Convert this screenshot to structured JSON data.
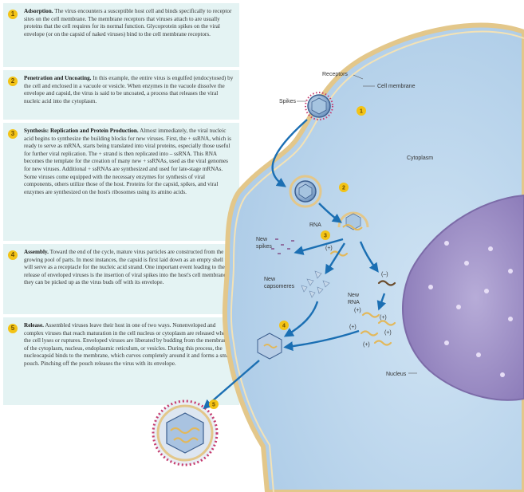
{
  "steps": [
    {
      "number": "1",
      "title": "Adsorption.",
      "body": "The virus encounters a susceptible host cell and binds specifically to receptor sites on the cell membrane. The membrane receptors that viruses attach to are usually proteins that the cell requires for its normal function. Glycoprotein spikes on the viral envelope (or on the capsid of naked viruses) bind to the cell membrane receptors."
    },
    {
      "number": "2",
      "title": "Penetration and Uncoating.",
      "body": "In this example, the entire virus is engulfed (endocytosed) by the cell and enclosed in a vacuole or vesicle. When enzymes in the vacuole dissolve the envelope and capsid, the virus is said to be uncoated, a process that releases the viral nucleic acid into the cytoplasm."
    },
    {
      "number": "3",
      "title": "Synthesis: Replication and Protein Production.",
      "body": "Almost immediately, the viral nucleic acid begins to synthesize the building blocks for new viruses. First, the + ssRNA, which is ready to serve as mRNA, starts being translated into viral proteins, especially those useful for further viral replication. The + strand is then replicated into – ssRNA. This RNA becomes the template for the creation of many new + ssRNAs, used as the viral genomes for new viruses. Additional + ssRNAs are synthesized and used for late-stage mRNAs. Some viruses come equipped with the necessary enzymes for synthesis of viral components, others utilize those of the host. Proteins for the capsid, spikes, and viral enzymes are synthesized on the host's ribosomes using its amino acids."
    },
    {
      "number": "4",
      "title": "Assembly.",
      "body": "Toward the end of the cycle, mature virus particles are constructed from the growing pool of parts. In most instances, the capsid is first laid down as an empty shell that will serve as a receptacle for the nucleic acid strand. One important event leading to the release of enveloped viruses is the insertion of viral spikes into the host's cell membrane so they can be picked up as the virus buds off with its envelope."
    },
    {
      "number": "5",
      "title": "Release.",
      "body": "Assembled viruses leave their host in one of two ways. Nonenveloped and complex viruses that reach maturation in the cell nucleus or cytoplasm are released when the cell lyses or ruptures. Enveloped viruses are liberated by budding from the membranes of the cytoplasm, nucleus, endoplasmic reticulum, or vesicles. During this process, the nucleocapsid binds to the membrane, which curves completely around it and forms a small pouch. Pinching off the pouch releases the virus with its envelope."
    }
  ],
  "diagram": {
    "labels": {
      "receptors": "Receptors",
      "cell_membrane": "Cell membrane",
      "spikes": "Spikes",
      "cytoplasm": "Cytoplasm",
      "rna": "RNA",
      "new_spikes_1": "New",
      "new_spikes_2": "spikes",
      "new_capsomeres_1": "New",
      "new_capsomeres_2": "capsomeres",
      "new_rna_1": "New",
      "new_rna_2": "RNA",
      "nucleus": "Nucleus",
      "plus": "(+)",
      "minus": "(–)"
    },
    "markers": [
      "1",
      "2",
      "3",
      "4",
      "5"
    ],
    "colors": {
      "panel": "#e4f3f3",
      "cytoplasm": "#b9d6ec",
      "membrane": "#e3c78a",
      "nucleus": "#9c8fc3",
      "arrow": "#1b6fb3",
      "marker": "#f3c316",
      "rna_plus": "#e3b85a",
      "rna_minus": "#6a4a2a"
    }
  }
}
